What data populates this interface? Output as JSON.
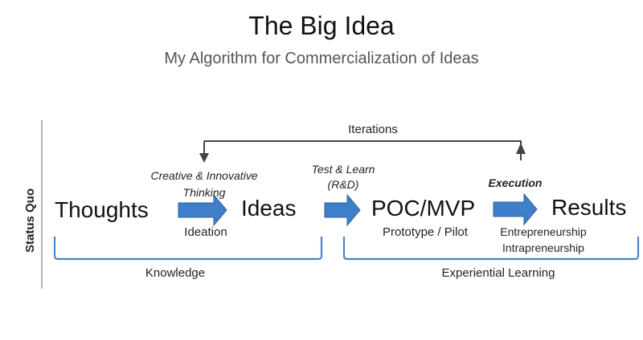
{
  "title": "The Big Idea",
  "subtitle": "My Algorithm for Commercialization of Ideas",
  "side_label": "Status Quo",
  "loop_label": "Iterations",
  "stages": {
    "thoughts": "Thoughts",
    "ideas": "Ideas",
    "poc": "POC/MVP",
    "results": "Results"
  },
  "transitions": {
    "creative_line1": "Creative & Innovative",
    "creative_line2": "Thinking",
    "ideation": "Ideation",
    "test_learn_line1": "Test & Learn",
    "test_learn_line2": "(R&D)",
    "prototype": "Prototype / Pilot",
    "execution": "Execution",
    "entrepreneurship": "Entrepreneurship",
    "intrapreneurship": "Intrapreneurship"
  },
  "groups": {
    "knowledge": "Knowledge",
    "experiential": "Experiential Learning"
  },
  "colors": {
    "arrow": "#3f7fc9",
    "bracket": "#4a86c8",
    "line": "#444444",
    "divider": "#888888"
  }
}
